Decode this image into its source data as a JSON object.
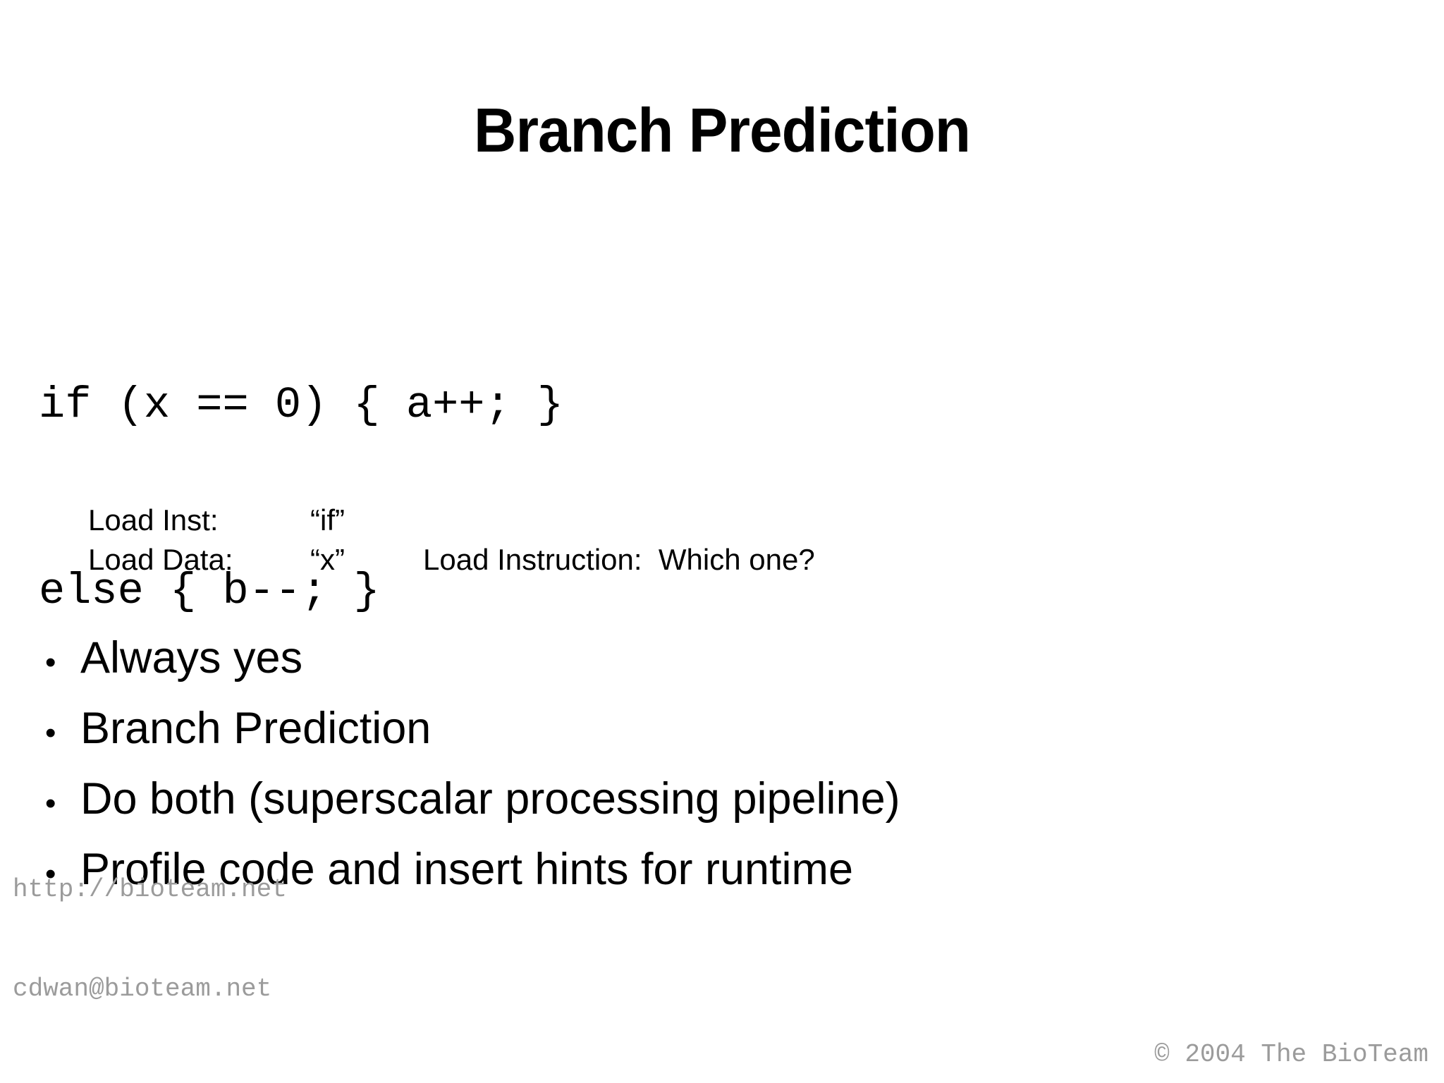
{
  "slide": {
    "title": "Branch Prediction",
    "background_color": "#ffffff",
    "text_color": "#000000",
    "footer_color": "#9b9b9b"
  },
  "code_block": {
    "lines": [
      "if (x == 0) { a++; }",
      "else { b--; }"
    ]
  },
  "load_rows": [
    {
      "label": "Load Inst:",
      "value": "“if”",
      "extra": ""
    },
    {
      "label": "Load Data:",
      "value": "“x”",
      "extra": "Load Instruction:  Which one?"
    }
  ],
  "bullets": {
    "marker": "•",
    "items": [
      "Always yes",
      "Branch Prediction",
      "Do both (superscalar processing pipeline)",
      "Profile code and insert hints for runtime"
    ]
  },
  "footer": {
    "url": "http://bioteam.net",
    "email": "cdwan@bioteam.net",
    "copyright": "© 2004 The BioTeam"
  }
}
